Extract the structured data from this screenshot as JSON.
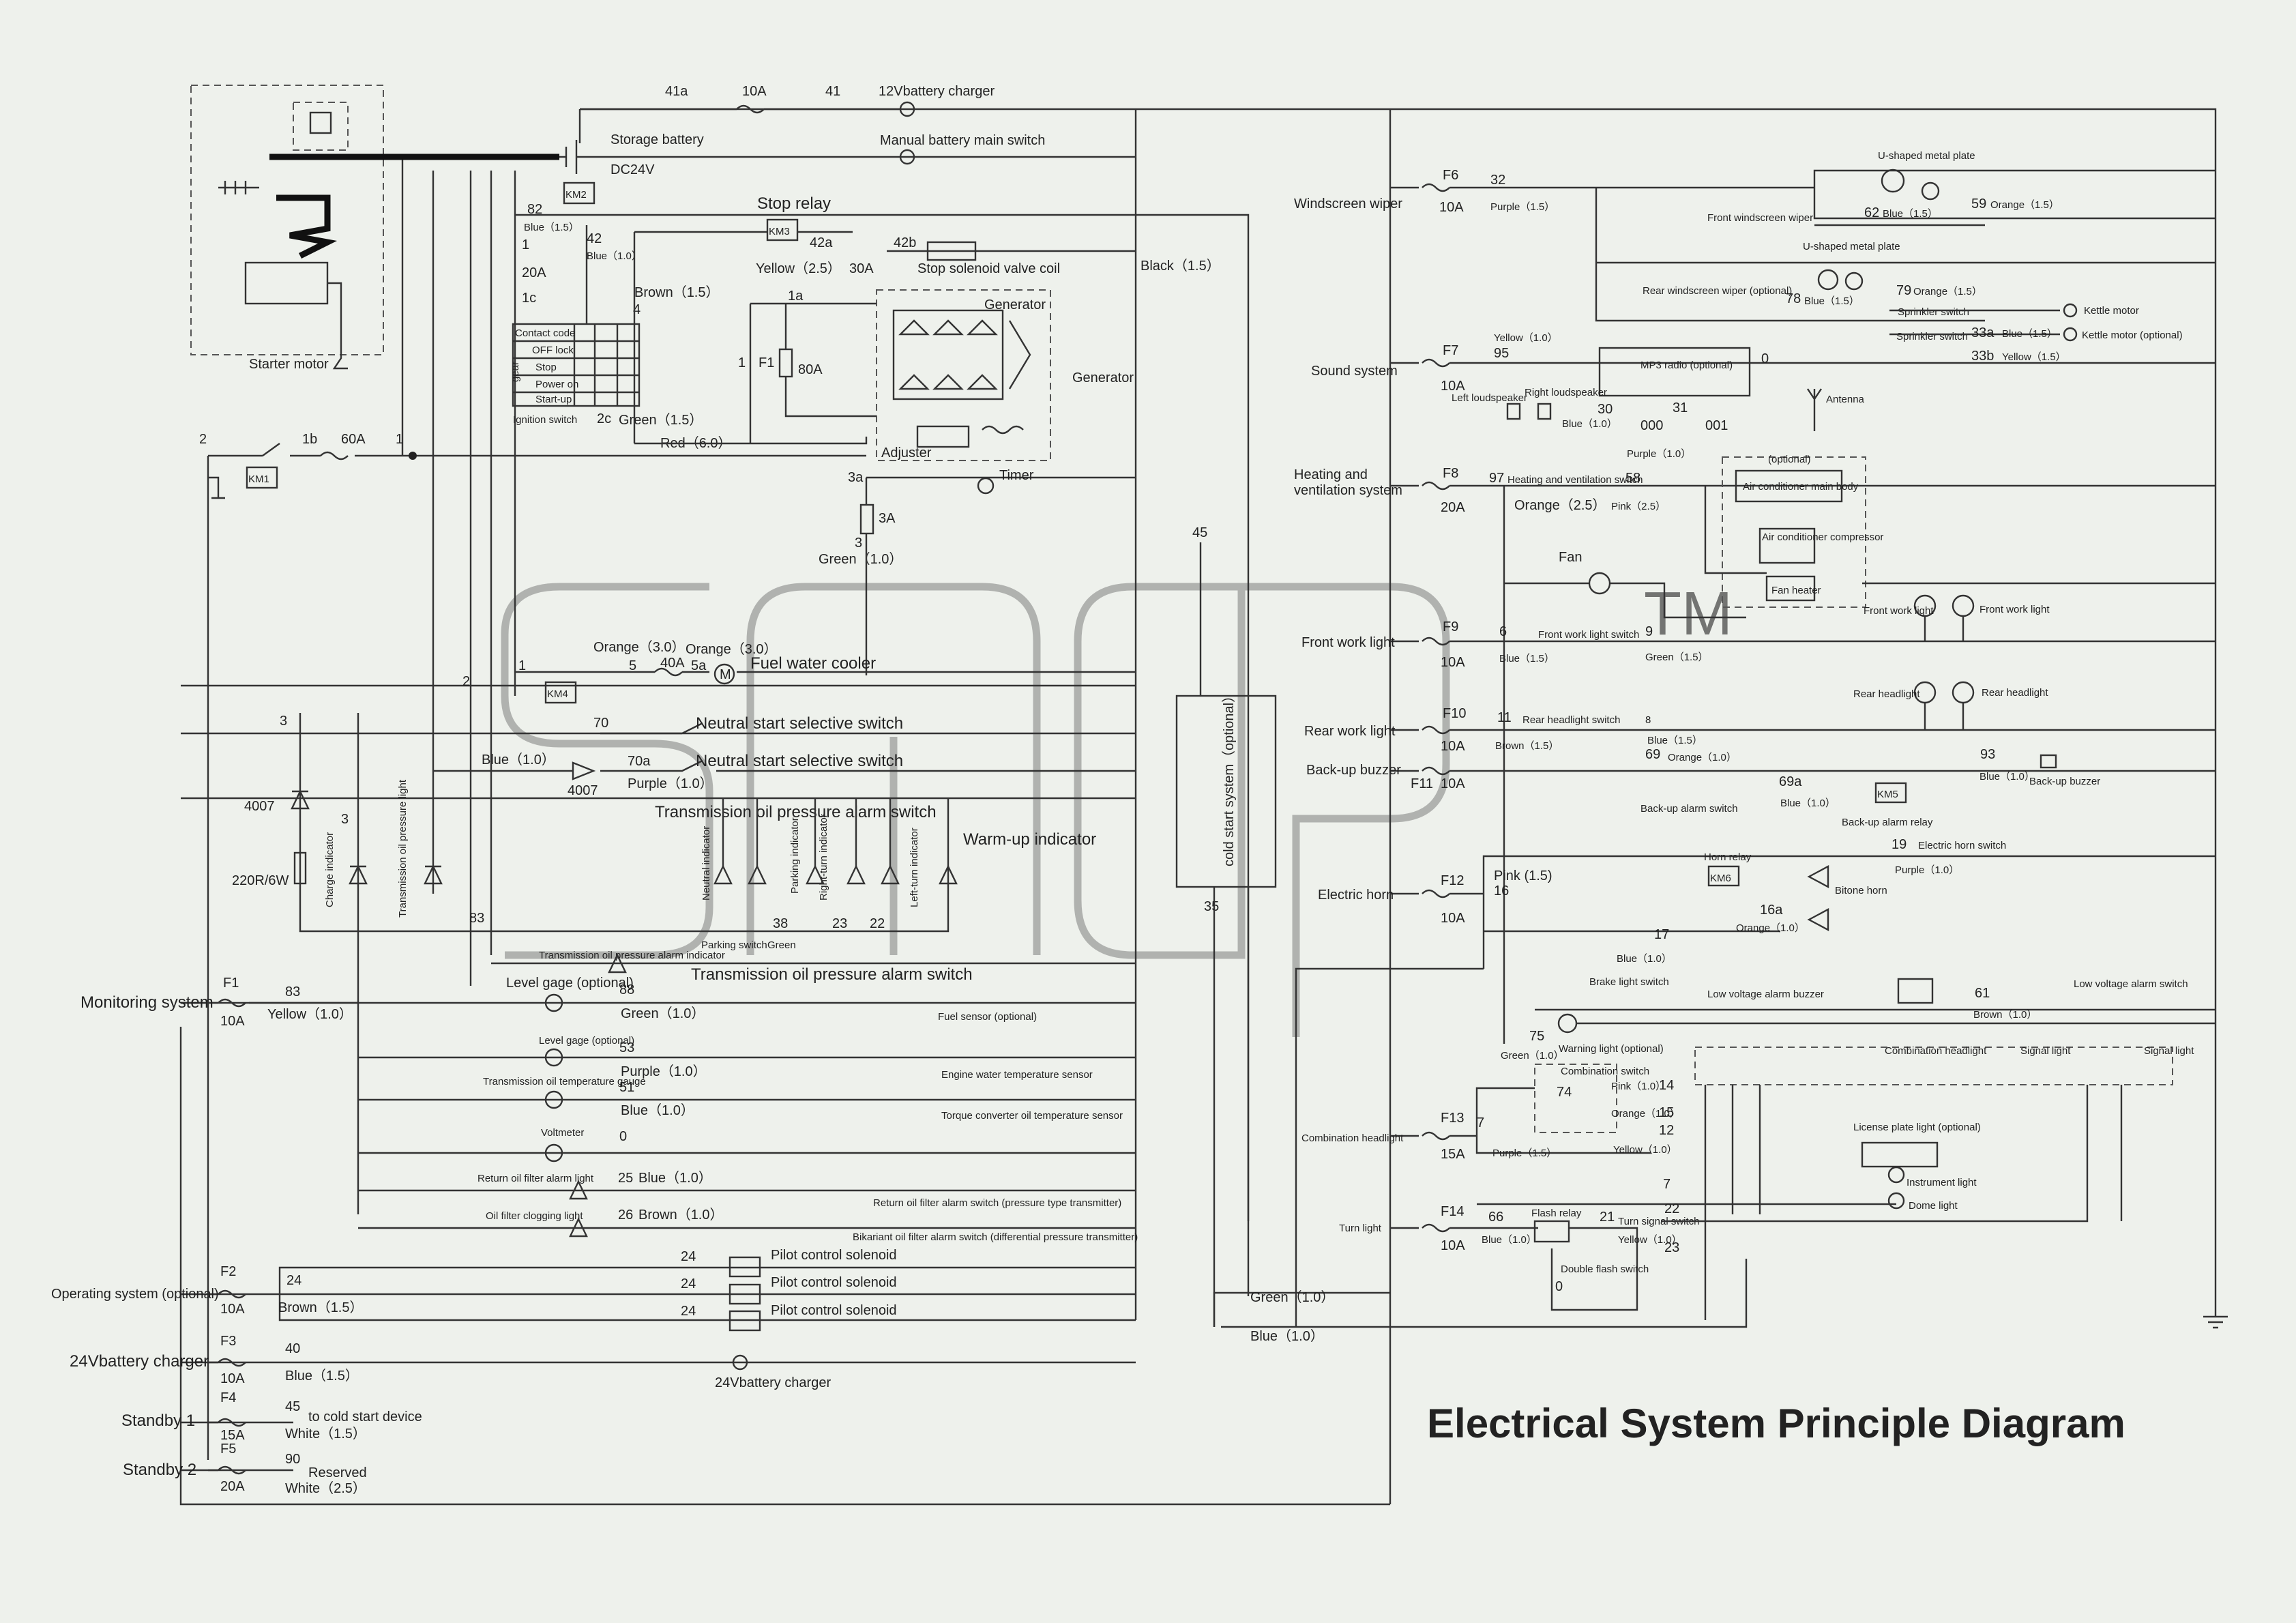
{
  "diagram": {
    "title": "Electrical System Principle Diagram",
    "watermark": "TM",
    "colors": {
      "background": "#eef1ec",
      "line": "#333333",
      "watermark": "#7d7d7d"
    }
  },
  "labels": {
    "starter_motor": "Starter motor",
    "storage_battery": "Storage battery",
    "dc24v": "DC24V",
    "charger12": "12Vbattery charger",
    "main_switch": "Manual battery main switch",
    "stop_relay": "Stop relay",
    "stop_valve": "Stop solenoid valve coil",
    "generator": "Generator",
    "generator2": "Generator",
    "adjuster": "Adjuster",
    "timer": "Timer",
    "ignition_switch": "Ignition switch",
    "fuel_water_cooler": "Fuel water cooler",
    "neutral1": "Neutral start selective switch",
    "neutral2": "Neutral start selective switch",
    "trans_alarm_sw": "Transmission oil pressure alarm switch",
    "trans_alarm_sw2": "Transmission oil pressure alarm switch",
    "warmup": "Warm-up indicator",
    "cold_start": "cold  start system（optional）",
    "level_gage": "Level gage (optional)",
    "fuel_sensor": "Fuel sensor (optional)",
    "level_gage2": "Level gage (optional)",
    "engine_temp": "Engine water temperature sensor",
    "trans_temp_gauge": "Transmission oil temperature gauge",
    "torque_temp": "Torque converter oil temperature sensor",
    "voltmeter": "Voltmeter",
    "return_filter_light": "Return oil filter alarm light",
    "return_filter_switch": "Return oil filter alarm switch (pressure type transmitter)",
    "oil_filter_light": "Oil filter clogging light",
    "bikariant": "Bikariant oil filter alarm switch (differential pressure  transmitter)",
    "pilot1": "Pilot control solenoid",
    "pilot2": "Pilot control solenoid",
    "pilot3": "Pilot control solenoid",
    "charger24": "24Vbattery charger",
    "to_cold": "to cold start device",
    "reserved": "Reserved",
    "monitoring": "Monitoring system",
    "operating": "Operating system (optional)",
    "charger24_left": "24Vbattery charger",
    "standby1": "Standby 1",
    "standby2": "Standby 2",
    "windscreen": "Windscreen wiper",
    "sound": "Sound system",
    "heating": "Heating and",
    "heating2": "ventilation system",
    "front_work": "Front work light",
    "rear_work": "Rear work light",
    "backup_buzzer": "Back-up buzzer",
    "electric_horn": "Electric horn",
    "combination_head": "Combination headlight",
    "turn_light": "Turn light",
    "u_plate1": "U-shaped metal plate",
    "u_plate2": "U-shaped metal plate",
    "front_wiper": "Front windscreen wiper",
    "rear_wiper": "Rear windscreen wiper (optional)",
    "sprinkler1": "Sprinkler switch",
    "sprinkler2": "Sprinkler switch",
    "kettle1": "Kettle motor",
    "kettle2": "Kettle motor (optional)",
    "mp3": "MP3 radio (optional)",
    "left_speaker": "Left loudspeaker",
    "right_speaker": "Right loudspeaker",
    "antenna": "Antenna",
    "heat_vent_sw": "Heating and ventilation switch",
    "ac_optional": "(optional)",
    "ac_main": "Air conditioner main body",
    "ac_comp": "Air conditioner compressor",
    "fan": "Fan",
    "fan_heater": "Fan heater",
    "fwl_sw": "Front work light switch",
    "fwl1": "Front work light",
    "fwl2": "Front work light",
    "rear_head1": "Rear headlight",
    "rear_head2": "Rear headlight",
    "rhl_sw": "Rear headlight switch",
    "backup_alarm_sw": "Back-up alarm switch",
    "backup_relay": "Back-up alarm relay",
    "backup_buz": "Back-up buzzer",
    "horn_relay": "Horn relay",
    "horn_sw": "Electric horn switch",
    "bitone": "Bitone horn",
    "brake_sw": "Brake light switch",
    "low_volt_buzzer": "Low voltage alarm buzzer",
    "low_volt_sw": "Low voltage alarm switch",
    "warning_light": "Warning light (optional)",
    "combination_switch": "Combination switch",
    "comb_head": "Combination headlight",
    "signal1": "Signal light",
    "signal2": "Signal light",
    "license": "License plate light (optional)",
    "instrument": "Instrument light",
    "dome": "Dome light",
    "flash_relay": "Flash relay",
    "turn_sw": "Turn signal switch",
    "double_flash": "Double flash switch",
    "contact_code": "Contact code",
    "off_lock": "OFF lock",
    "stop": "Stop",
    "power_on": "Power on",
    "start_up": "Start-up",
    "gear": "gear",
    "charge_ind": "Charge indicator",
    "trans_light": "Transmission oil pressure light",
    "neutral_ind": "Neutral indicator",
    "parking_ind": "Parking indicator",
    "right_turn_ind": "Right-turn indicator",
    "left_turn_ind": "Left-turn indicator",
    "trans_alarm_ind": "Transmission oil pressure alarm indicator",
    "parking_sw": "Parking switch",
    "km1": "KM1",
    "km2": "KM2",
    "km3": "KM3",
    "km4": "KM4",
    "km5": "KM5",
    "km6": "KM6",
    "r220": "220R/6W",
    "d4007a": "4007",
    "d4007b": "4007"
  },
  "fuses": [
    {
      "id": "F1",
      "rating": "10A"
    },
    {
      "id": "F2",
      "rating": "10A"
    },
    {
      "id": "F3",
      "rating": "10A"
    },
    {
      "id": "F4",
      "rating": "15A"
    },
    {
      "id": "F5",
      "rating": "20A"
    },
    {
      "id": "F6",
      "rating": "10A"
    },
    {
      "id": "F7",
      "rating": "10A"
    },
    {
      "id": "F8",
      "rating": "20A"
    },
    {
      "id": "F9",
      "rating": "10A"
    },
    {
      "id": "F10",
      "rating": "10A"
    },
    {
      "id": "F11",
      "rating": "10A"
    },
    {
      "id": "F12",
      "rating": "10A"
    },
    {
      "id": "F13",
      "rating": "15A"
    },
    {
      "id": "F14",
      "rating": "10A"
    }
  ],
  "wires": {
    "w41a": "41a",
    "w10a": "10A",
    "w41": "41",
    "w82": "82",
    "blue15": "Blue（1.5）",
    "w42": "42",
    "blue10a": "Blue（1.0）",
    "w1": "1",
    "w20a": "20A",
    "w1c": "1c",
    "brown15": "Brown（1.5）",
    "w4": "4",
    "w42a": "42a",
    "w42b": "42b",
    "yellow25": "Yellow（2.5）",
    "w30a": "30A",
    "black15": "Black（1.5）",
    "w1a": "1a",
    "w1b": "1",
    "f1": "F1",
    "w80a": "80A",
    "w2c": "2c",
    "green15": "Green（1.5）",
    "red60": "Red（6.0）",
    "w2": "2",
    "w1b2": "1b",
    "w60a": "60A",
    "w1n": "1",
    "w3a": "3a",
    "w3A": "3A",
    "w3": "3",
    "green10a": "Green（1.0）",
    "w45": "45",
    "orange30a": "Orange（3.0）",
    "orange30b": "Orange（3.0）",
    "w1k": "1",
    "w5": "5",
    "w40a": "40A",
    "w5a": "5a",
    "w2b": "2",
    "w70": "70",
    "w70a": "70a",
    "blue10b": "Blue（1.0）",
    "purple10": "Purple（1.0）",
    "w3b": "3",
    "w3c": "3",
    "w83": "83",
    "w38": "38",
    "w23": "23",
    "w22": "22",
    "w35": "35",
    "green_p": "Green",
    "w88": "88",
    "green10b": "Green（1.0）",
    "w83b": "83",
    "yellow10": "Yellow（1.0）",
    "w53": "53",
    "purple10b": "Purple（1.0）",
    "w51": "51",
    "blue10c": "Blue（1.0）",
    "w0": "0",
    "w25": "25",
    "blue10d": "Blue（1.0）",
    "w26": "26",
    "brown10": "Brown（1.0）",
    "w24": "24",
    "brown15b": "Brown（1.5）",
    "w24a": "24",
    "w24b": "24",
    "w24c": "24",
    "green10c": "Green（1.0）",
    "blue10e": "Blue（1.0）",
    "w40": "40",
    "blue15b": "Blue（1.5）",
    "w45b": "45",
    "white15": "White（1.5）",
    "w90": "90",
    "white25": "White（2.5）",
    "r32": "32",
    "r_purple15": "Purple（1.5）",
    "r59": "59",
    "r_orange15": "Orange（1.5）",
    "r62": "62",
    "r_blue15": "Blue（1.5）",
    "r79": "79",
    "r_orange15b": "Orange（1.5）",
    "r78": "78",
    "r_blue15b": "Blue（1.5）",
    "r33a": "33a",
    "r_blue15c": "Blue（1.5）",
    "r33b": "33b",
    "r_yellow15": "Yellow（1.5）",
    "r_yellow10": "Yellow（1.0）",
    "r95": "95",
    "r0": "0",
    "r30": "30",
    "r31": "31",
    "r000": "000",
    "r001": "001",
    "r_blue10": "Blue（1.0）",
    "r_purple10": "Purple（1.0）",
    "r97": "97",
    "r58": "58",
    "r_orange25": "Orange（2.5）",
    "r_pink25": "Pink（2.5）",
    "r6": "6",
    "r9": "9",
    "r_blue15d": "Blue（1.5）",
    "r_green15": "Green（1.5）",
    "r11": "11",
    "r8": "8",
    "r_brown15": "Brown（1.5）",
    "r_blue15e": "Blue（1.5）",
    "r69": "69",
    "r_orange10": "Orange（1.0）",
    "r69a": "69a",
    "r_blue10b": "Blue（1.0）",
    "r93": "93",
    "r_blue10c": "Blue（1.0）",
    "r_pink15": "Pink (1.5)",
    "r16": "16",
    "r19": "19",
    "r_purple10b": "Purple（1.0）",
    "r16a": "16a",
    "r_orange10b": "Orange（1.0）",
    "r17": "17",
    "r_blue10d": "Blue（1.0）",
    "r61": "61",
    "r_brown10": "Brown（1.0）",
    "r75": "75",
    "r_green10": "Green（1.0）",
    "r74": "74",
    "r_pink10": "Pink（1.0）",
    "r14": "14",
    "r_orange10c": "Orange（1.0）",
    "r15": "15",
    "r7": "7",
    "r12": "12",
    "r_purple15b": "Purple（1.5）",
    "r_yellow10b": "Yellow（1.0）",
    "r7b": "7",
    "r66": "66",
    "r_blue10e": "Blue（1.0）",
    "r21": "21",
    "r_yellow10c": "Yellow（1.0）",
    "r22": "22",
    "r23": "23",
    "r0b": "0"
  }
}
